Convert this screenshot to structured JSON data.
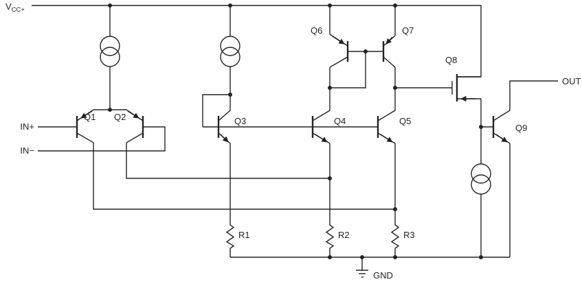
{
  "diagram_type": "analog-circuit-schematic",
  "labels": {
    "vcc_v": "V",
    "vcc_sub": "CC+",
    "in_plus": "IN+",
    "in_minus": "IN−",
    "out": "OUT",
    "gnd": "GND",
    "q1": "Q1",
    "q2": "Q2",
    "q3": "Q3",
    "q4": "Q4",
    "q5": "Q5",
    "q6": "Q6",
    "q7": "Q7",
    "q8": "Q8",
    "q9": "Q9",
    "r1": "R1",
    "r2": "R2",
    "r3": "R3"
  },
  "components": {
    "transistors": [
      "Q1",
      "Q2",
      "Q3",
      "Q4",
      "Q5",
      "Q6",
      "Q7",
      "Q8",
      "Q9"
    ],
    "resistors": [
      "R1",
      "R2",
      "R3"
    ],
    "current_source_count": 3,
    "supply": "VCC+",
    "ground": "GND",
    "inputs": [
      "IN+",
      "IN−"
    ],
    "outputs": [
      "OUT"
    ]
  },
  "colors": {
    "line": "#232323",
    "background": "#ffffff"
  }
}
